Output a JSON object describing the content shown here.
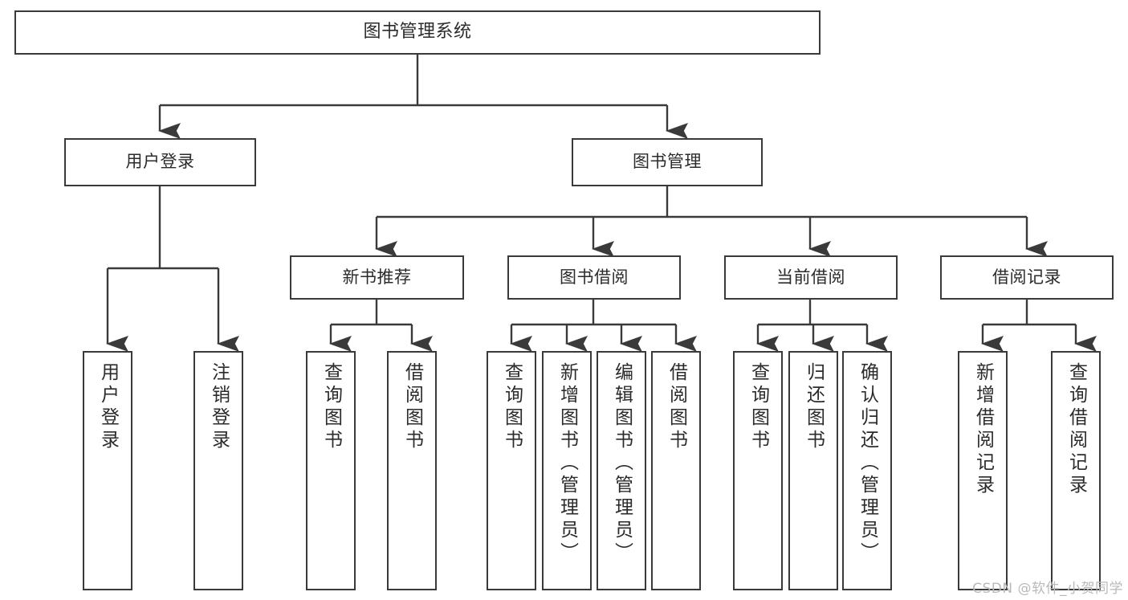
{
  "diagram": {
    "title": "图书管理系统",
    "watermark": "CSDN @软件_小贺同学",
    "line_color": "#3a3a3a",
    "text_color": "#2b2b2b",
    "background_color": "#ffffff",
    "root": {
      "label": "图书管理系统"
    },
    "level2": [
      {
        "label": "用户登录"
      },
      {
        "label": "图书管理"
      }
    ],
    "level3": [
      {
        "label": "新书推荐"
      },
      {
        "label": "图书借阅"
      },
      {
        "label": "当前借阅"
      },
      {
        "label": "借阅记录"
      }
    ],
    "leaves": {
      "user_login": [
        {
          "label": "用户登录"
        },
        {
          "label": "注销登录"
        }
      ],
      "new_book_recommend": [
        {
          "label": "查询图书"
        },
        {
          "label": "借阅图书"
        }
      ],
      "book_borrow": [
        {
          "label": "查询图书"
        },
        {
          "label": "新增图书（管理员）"
        },
        {
          "label": "编辑图书（管理员）"
        },
        {
          "label": "借阅图书"
        }
      ],
      "current_borrow": [
        {
          "label": "查询图书"
        },
        {
          "label": "归还图书"
        },
        {
          "label": "确认归还（管理员）"
        }
      ],
      "borrow_record": [
        {
          "label": "新增借阅记录"
        },
        {
          "label": "查询借阅记录"
        }
      ]
    }
  }
}
